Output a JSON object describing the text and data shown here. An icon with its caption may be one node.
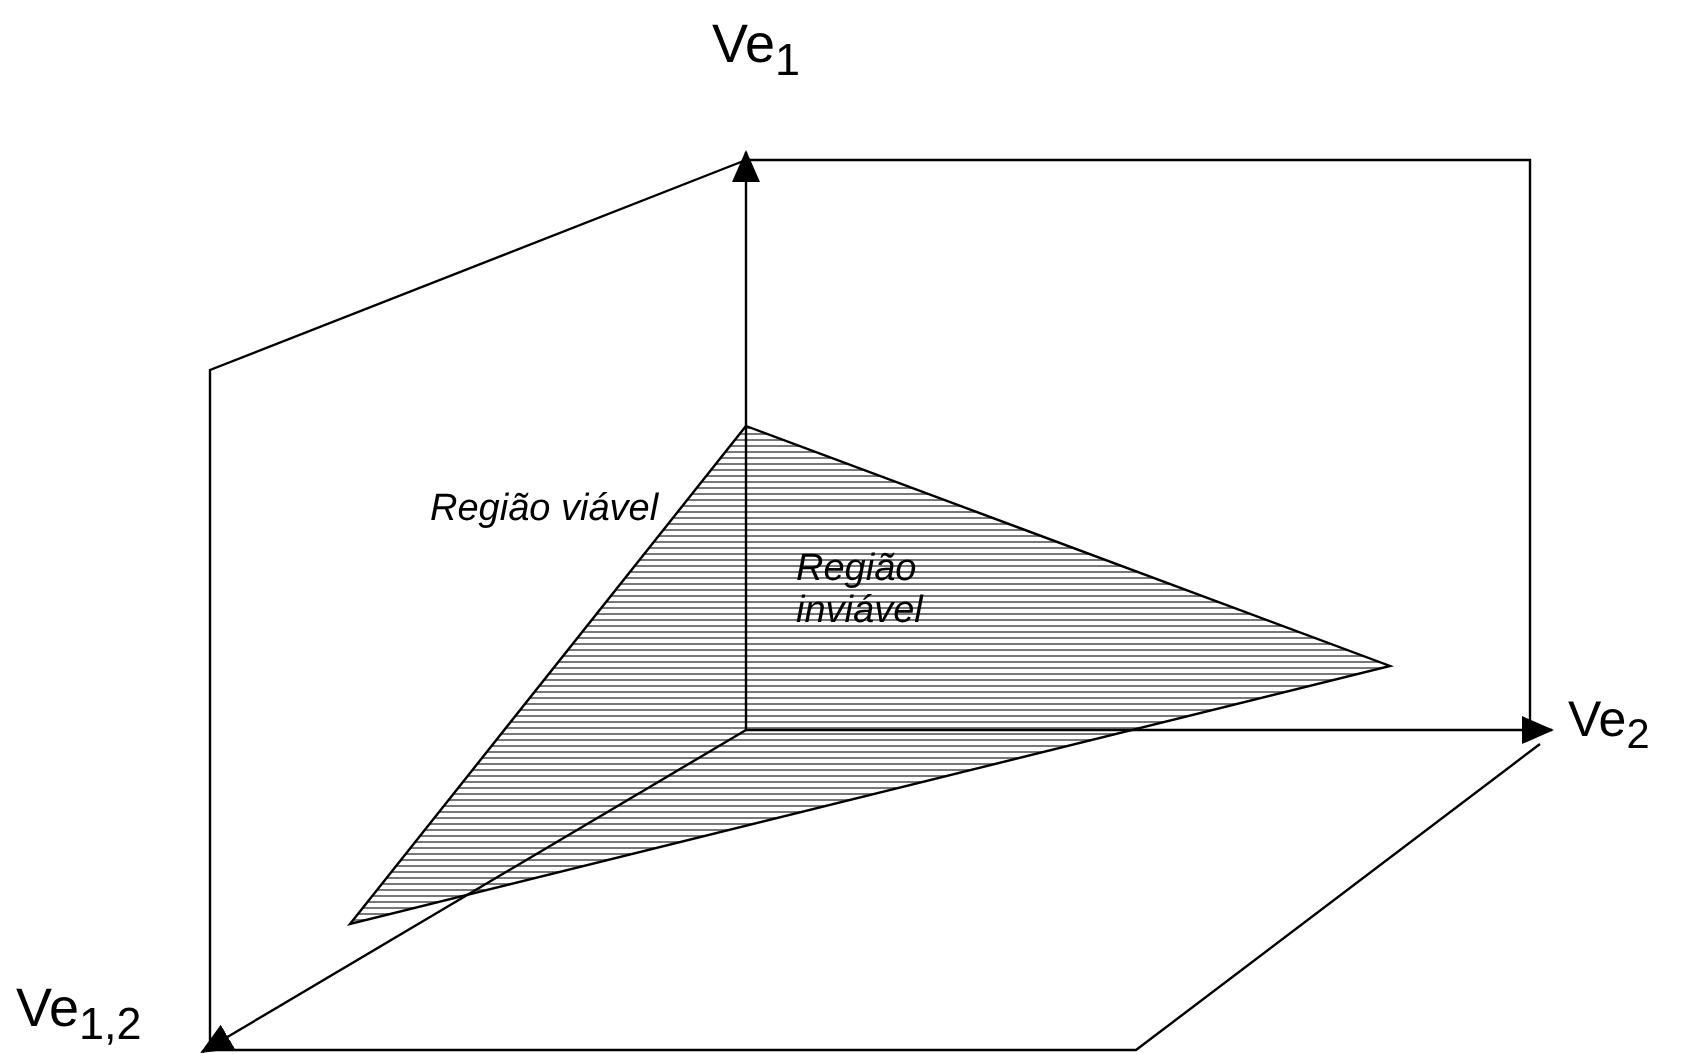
{
  "diagram": {
    "labels": [
      "Ve$_{1}$",
      "Região viável",
      "Região inviável",
      "Ve$_{2}$",
      "Ve$_{1,2}$"
    ]
  }
}
